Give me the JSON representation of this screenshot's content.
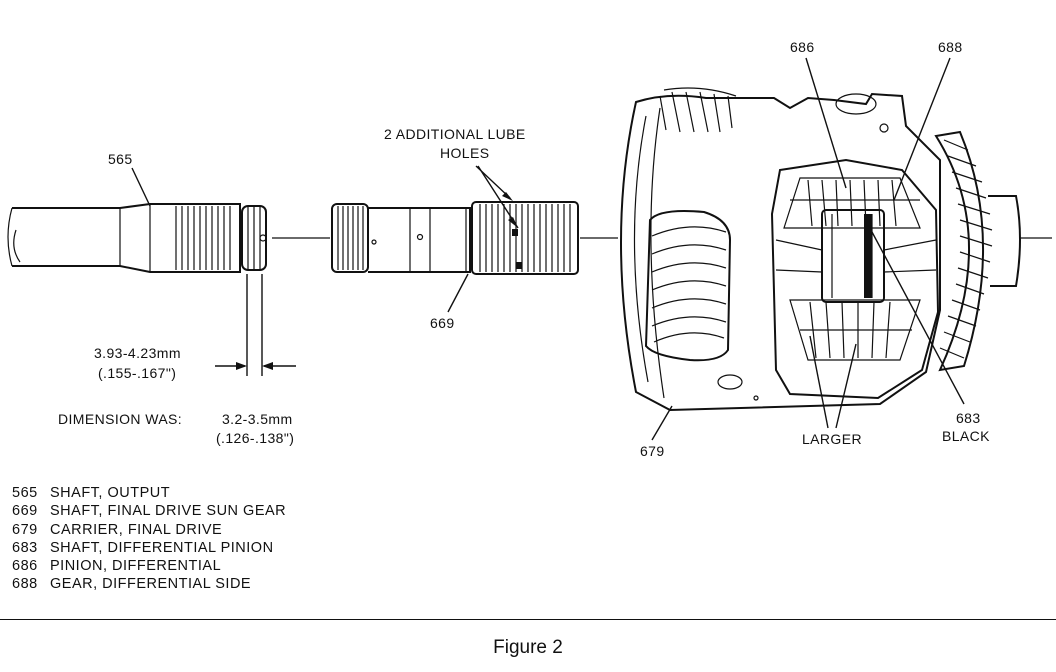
{
  "callouts": {
    "c565": "565",
    "lube_line1": "2 ADDITIONAL LUBE",
    "lube_line2": "HOLES",
    "c669": "669",
    "c686": "686",
    "c688": "688",
    "c679": "679",
    "larger": "LARGER",
    "c683": "683",
    "black": "BLACK"
  },
  "dimension_new": {
    "mm": "3.93-4.23mm",
    "inch": "(.155-.167\")"
  },
  "dimension_old": {
    "label": "DIMENSION WAS:",
    "mm": "3.2-3.5mm",
    "inch": "(.126-.138\")"
  },
  "legend": [
    {
      "num": "565",
      "desc": "SHAFT, OUTPUT"
    },
    {
      "num": "669",
      "desc": "SHAFT, FINAL DRIVE SUN GEAR"
    },
    {
      "num": "679",
      "desc": "CARRIER, FINAL DRIVE"
    },
    {
      "num": "683",
      "desc": "SHAFT, DIFFERENTIAL PINION"
    },
    {
      "num": "686",
      "desc": "PINION, DIFFERENTIAL"
    },
    {
      "num": "688",
      "desc": "GEAR, DIFFERENTIAL SIDE"
    }
  ],
  "caption": "Figure 2"
}
